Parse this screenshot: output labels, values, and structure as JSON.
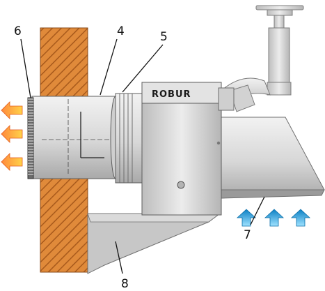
{
  "brand_logo": "ROBUR",
  "callouts": [
    {
      "number": "4",
      "target": "wall-sleeve"
    },
    {
      "number": "5",
      "target": "sleeve-coupling"
    },
    {
      "number": "6",
      "target": "outlet-grille"
    },
    {
      "number": "7",
      "target": "air-intake-hood"
    },
    {
      "number": "8",
      "target": "support-bracket"
    }
  ],
  "colors": {
    "wall": "#e08a3a",
    "wall_hatch": "#a85a1c",
    "metal_light": "#e6e6e6",
    "metal_mid": "#c9c9c9",
    "metal_dark": "#8e8e8e",
    "warm_arrow": "#ff8a3c",
    "warm_arrow_tip": "#ffd24a",
    "cold_arrow": "#35b8ef",
    "cold_arrow_tip": "#0a7fc4"
  },
  "icons": {
    "warm_air": "warm-air-out-arrow-icon",
    "cold_air": "cold-air-in-arrow-icon"
  }
}
